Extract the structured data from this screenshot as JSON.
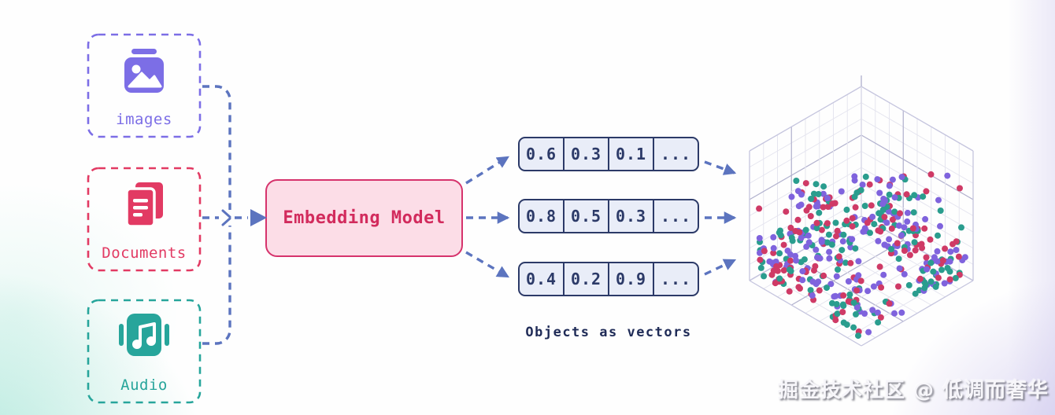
{
  "diagram": {
    "sources": [
      {
        "label": "images",
        "color": "#7c6ee6",
        "icon": "image-icon"
      },
      {
        "label": "Documents",
        "color": "#e23a63",
        "icon": "documents-icon"
      },
      {
        "label": "Audio",
        "color": "#27a59b",
        "icon": "audio-icon"
      }
    ],
    "model": {
      "label": "Embedding Model",
      "fill": "#fcdde7",
      "border": "#d6336c",
      "text_color": "#d22b5d"
    },
    "vectors": {
      "caption": "Objects as vectors",
      "fill": "#e9edf8",
      "border": "#2c3a68",
      "rows": [
        {
          "cells": [
            "0.6",
            "0.3",
            "0.1",
            "..."
          ]
        },
        {
          "cells": [
            "0.8",
            "0.5",
            "0.3",
            "..."
          ]
        },
        {
          "cells": [
            "0.4",
            "0.2",
            "0.9",
            "..."
          ]
        }
      ]
    },
    "scatter_plot": {
      "description": "3d-cube-of-embedded-points",
      "point_colors": [
        "#cf3a66",
        "#7f63dd",
        "#2a9d8e"
      ],
      "point_count": 425,
      "grid_color": "#e5e5ef",
      "edge_color": "#c5c5de",
      "accent_color": "#b0b0cd"
    },
    "connector_color": "#5c74bf",
    "watermark": "掘金技术社区 @ 低调而奢华"
  }
}
